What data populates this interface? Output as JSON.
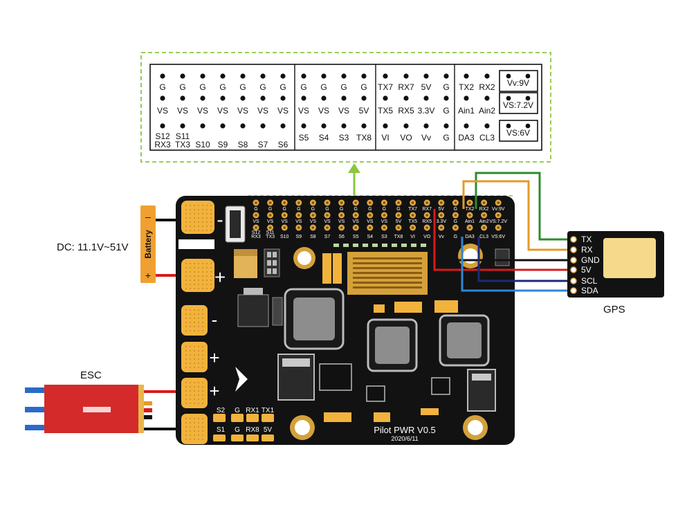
{
  "zoom_header": {
    "group1": {
      "row1": [
        "G",
        "G",
        "G",
        "G",
        "G",
        "G",
        "G"
      ],
      "row2": [
        "VS",
        "VS",
        "VS",
        "VS",
        "VS",
        "VS",
        "VS"
      ],
      "row3_top": [
        "S12",
        "S11",
        "",
        "",
        "",
        "",
        ""
      ],
      "row3": [
        "RX3",
        "TX3",
        "S10",
        "S9",
        "S8",
        "S7",
        "S6"
      ]
    },
    "group2": {
      "row1": [
        "G",
        "G",
        "G",
        "G"
      ],
      "row2": [
        "VS",
        "VS",
        "VS",
        "5V"
      ],
      "row3": [
        "S5",
        "S4",
        "S3",
        "TX8"
      ]
    },
    "group3": {
      "row1": [
        "TX7",
        "RX7",
        "5V",
        "G"
      ],
      "row2": [
        "TX5",
        "RX5",
        "3.3V",
        "G"
      ],
      "row3": [
        "VI",
        "VO",
        "Vv",
        "G"
      ]
    },
    "group4": {
      "row1": [
        "TX2",
        "RX2"
      ],
      "row2": [
        "Ain1",
        "Ain2"
      ],
      "row3": [
        "DA3",
        "CL3"
      ]
    },
    "voltage_boxes": [
      "Vv:9V",
      "VS:7.2V",
      "VS:6V"
    ]
  },
  "board": {
    "header_row1": [
      "G",
      "G",
      "G",
      "G",
      "G",
      "G",
      "G",
      "G",
      "G",
      "G",
      "G",
      "TX7",
      "RX7",
      "5V",
      "G",
      "TX2",
      "RX2",
      "Vv:9V"
    ],
    "header_row2": [
      "VS",
      "VS",
      "VS",
      "VS",
      "VS",
      "VS",
      "VS",
      "VS",
      "VS",
      "VS",
      "5V",
      "TX5",
      "RX5",
      "3.3V",
      "G",
      "Ain1",
      "Ain2",
      "VS:7.2V"
    ],
    "header_row3": [
      "RX3",
      "TX3",
      "S10",
      "S9",
      "S8",
      "S7",
      "S6",
      "S5",
      "S4",
      "S3",
      "TX8",
      "VI",
      "VO",
      "Vv",
      "G",
      "DA3",
      "CL3",
      "VS:6V"
    ],
    "header_row3_top": [
      "S12",
      "S11"
    ],
    "bottom_pads_top": [
      "S2",
      "G",
      "RX1",
      "TX1"
    ],
    "bottom_pads_bottom": [
      "S1",
      "G",
      "RX8",
      "5V"
    ],
    "name": "Pilot PWR V0.5",
    "date": "2020/6/11",
    "plus_sign": "+",
    "minus_sign": "-"
  },
  "battery": {
    "label": "Battery",
    "minus": "–",
    "plus": "+",
    "dc_label": "DC: 11.1V~51V"
  },
  "esc": {
    "label": "ESC"
  },
  "gps": {
    "label": "GPS",
    "pins": [
      "TX",
      "RX",
      "GND",
      "5V",
      "SCL",
      "SDA"
    ]
  },
  "colors": {
    "board": "#121212",
    "pad_gold": "#f2b33d",
    "wire_green": "#2e8b2e",
    "wire_orange": "#e39a2a",
    "wire_black": "#111111",
    "wire_red": "#d81b1b",
    "wire_navy": "#1d2a78",
    "wire_blue": "#2f86d6",
    "zoom_dash": "#8cc63f",
    "battery": "#f0a030",
    "esc": "#d42a2a"
  }
}
